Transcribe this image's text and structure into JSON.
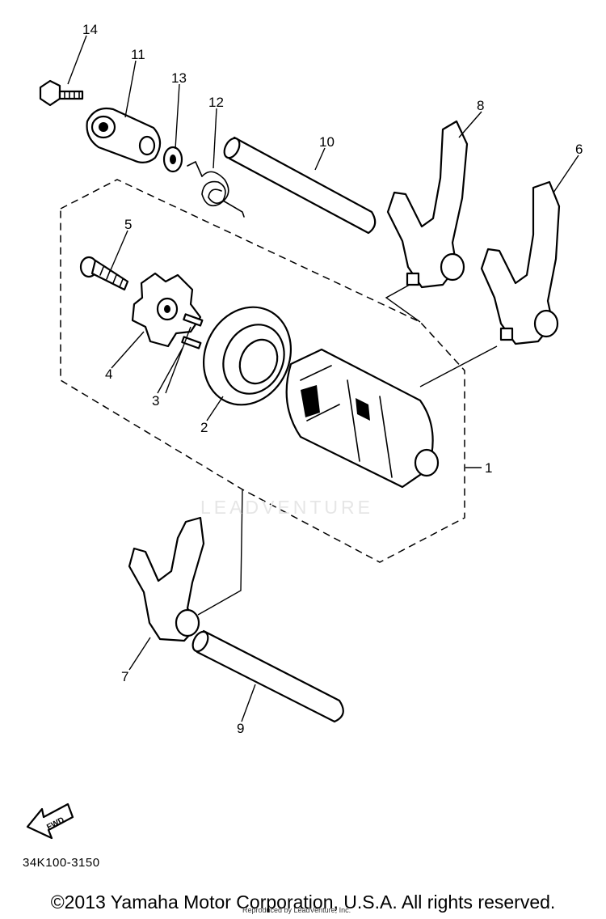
{
  "diagram": {
    "callouts": [
      {
        "id": "1",
        "text": "1"
      },
      {
        "id": "2",
        "text": "2"
      },
      {
        "id": "3",
        "text": "3"
      },
      {
        "id": "4",
        "text": "4"
      },
      {
        "id": "5",
        "text": "5"
      },
      {
        "id": "6",
        "text": "6"
      },
      {
        "id": "7",
        "text": "7"
      },
      {
        "id": "8",
        "text": "8"
      },
      {
        "id": "9",
        "text": "9"
      },
      {
        "id": "10",
        "text": "10"
      },
      {
        "id": "11",
        "text": "11"
      },
      {
        "id": "12",
        "text": "12"
      },
      {
        "id": "13",
        "text": "13"
      },
      {
        "id": "14",
        "text": "14"
      }
    ],
    "fwd_label": "FWD",
    "watermark": "LEADVENTURE",
    "diagram_code": "34K100-3150",
    "reproduced_by": "Reproduced by LeadVenture, Inc.",
    "copyright": "©2013 Yamaha Motor Corporation, U.S.A. All rights reserved."
  }
}
